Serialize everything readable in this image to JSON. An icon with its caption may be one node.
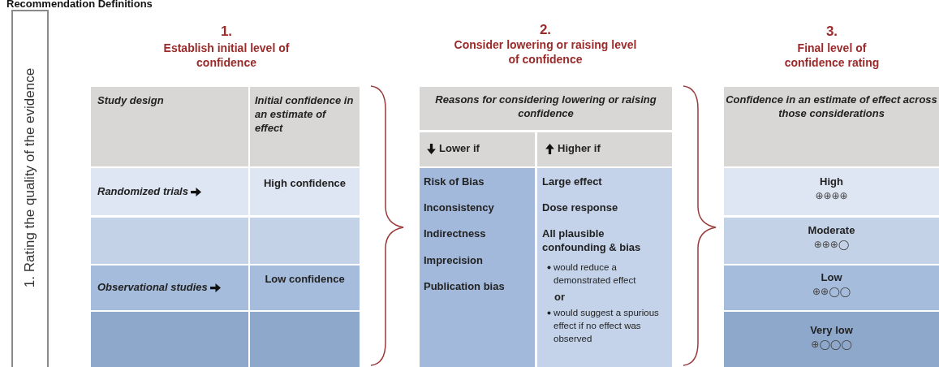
{
  "diagram": {
    "title": "Recommendation Definitions",
    "nodes": [
      {
        "text": [
          "1. Rating the quality of the evidence"
        ]
      }
    ],
    "labels": [
      "1.",
      "Establish initial level of confidence",
      "2.",
      "Consider lowering or raising level of confidence",
      "3.",
      "Final level of confidence rating",
      "Study design",
      "Initial confidence in an estimate of effect",
      "Randomized trials",
      "High confidence",
      "Observational studies",
      "Low confidence",
      "Reasons for considering lowering or raising confidence",
      "Lower if",
      "Higher if",
      "Risk of Bias",
      "Inconsistency",
      "Indirectness",
      "Imprecision",
      "Publication bias",
      "Large effect",
      "Dose response",
      "All plausible confounding & bias",
      "would reduce a demonstrated effect",
      "or",
      "would suggest a spurious effect if no effect was observed",
      "Confidence in an estimate of effect across those considerations",
      "High",
      "⊕⊕⊕⊕",
      "Moderate",
      "⊕⊕⊕◯",
      "Low",
      "⊕⊕◯◯",
      "Very low",
      "⊕◯◯◯"
    ]
  }
}
